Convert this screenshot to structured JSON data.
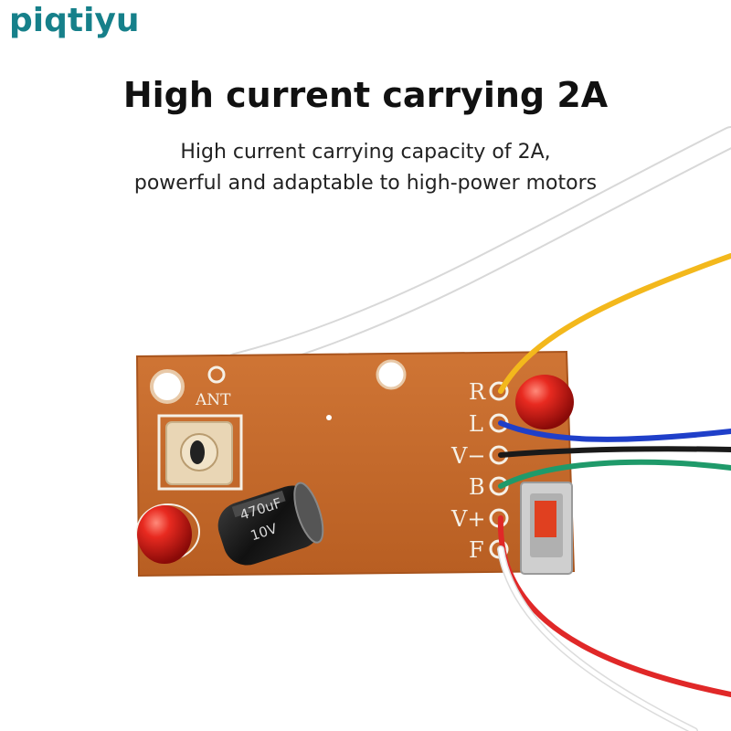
{
  "brand": {
    "name": "piqtiyu"
  },
  "headline": "High current carrying 2A",
  "subtitle": {
    "line1": "High current carrying capacity of 2A,",
    "line2": "powerful and adaptable to high-power motors"
  },
  "board": {
    "antenna_label": "ANT",
    "pins": [
      "R",
      "L",
      "V−",
      "B",
      "V+",
      "F"
    ],
    "capacitor_label_1": "470uF",
    "capacitor_label_2": "10V",
    "colors": {
      "pcb": "#c56a2c",
      "led": "#d42020",
      "wire_yellow": "#f3b81c",
      "wire_blue": "#1f3fc9",
      "wire_black": "#1a1a1a",
      "wire_green": "#1f9a6a",
      "wire_red": "#e02828",
      "wire_white": "#ffffff"
    }
  }
}
